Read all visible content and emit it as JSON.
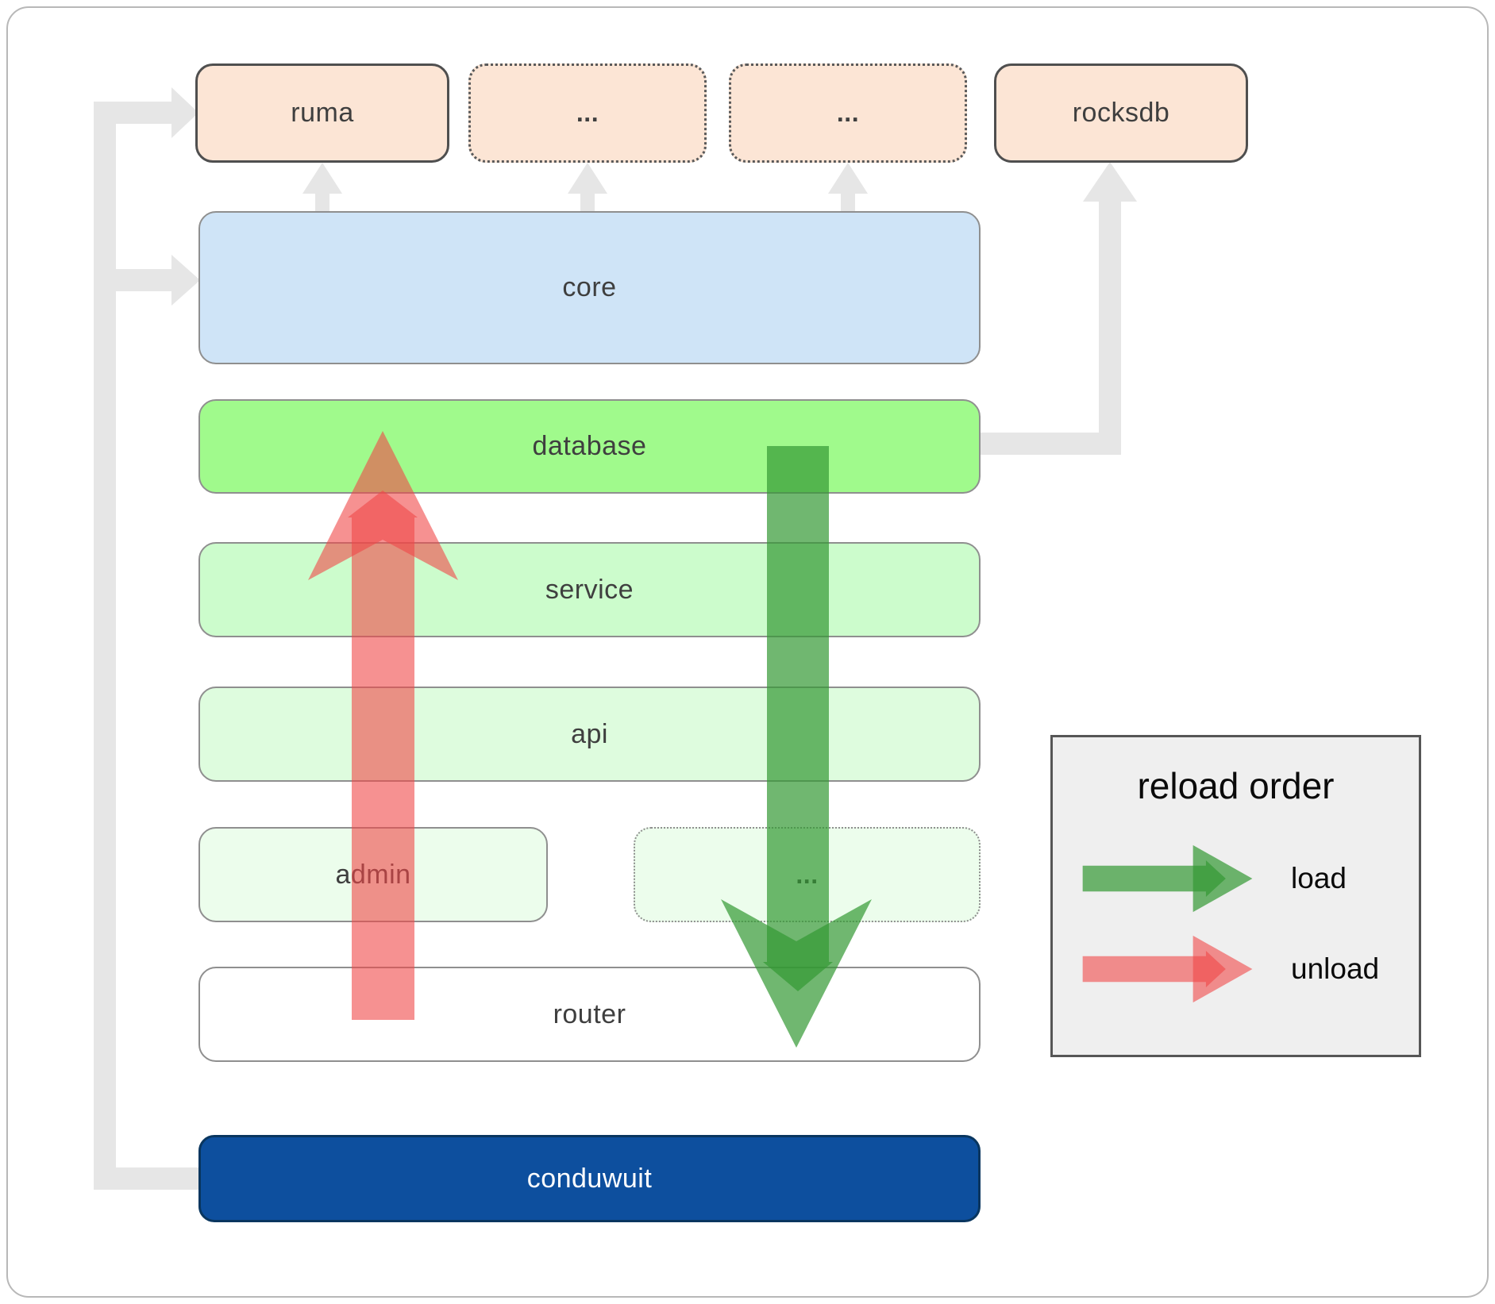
{
  "top_row": [
    {
      "label": "ruma",
      "style": "solid"
    },
    {
      "label": "...",
      "style": "dotted"
    },
    {
      "label": "...",
      "style": "dotted"
    },
    {
      "label": "rocksdb",
      "style": "solid"
    }
  ],
  "layers": {
    "core": "core",
    "database": "database",
    "service": "service",
    "api": "api",
    "admin": "admin",
    "admin_more": "...",
    "router": "router",
    "app": "conduwuit"
  },
  "legend": {
    "title": "reload order",
    "items": [
      {
        "label": "load",
        "color": "#339933"
      },
      {
        "label": "unload",
        "color": "#f04848"
      }
    ]
  },
  "colors": {
    "module_peach": "#fce5d5",
    "core_blue": "#cfe4f7",
    "database_green": "#a0fa8c",
    "service_green": "#ccfccc",
    "api_green": "#defcde",
    "admin_green": "#ecfdec",
    "router_white": "#ffffff",
    "conduwuit_navy": "#0d4f9e",
    "load_arrow_green": "#339933",
    "unload_arrow_red": "#f04848",
    "connector_gray": "#e6e6e6"
  }
}
